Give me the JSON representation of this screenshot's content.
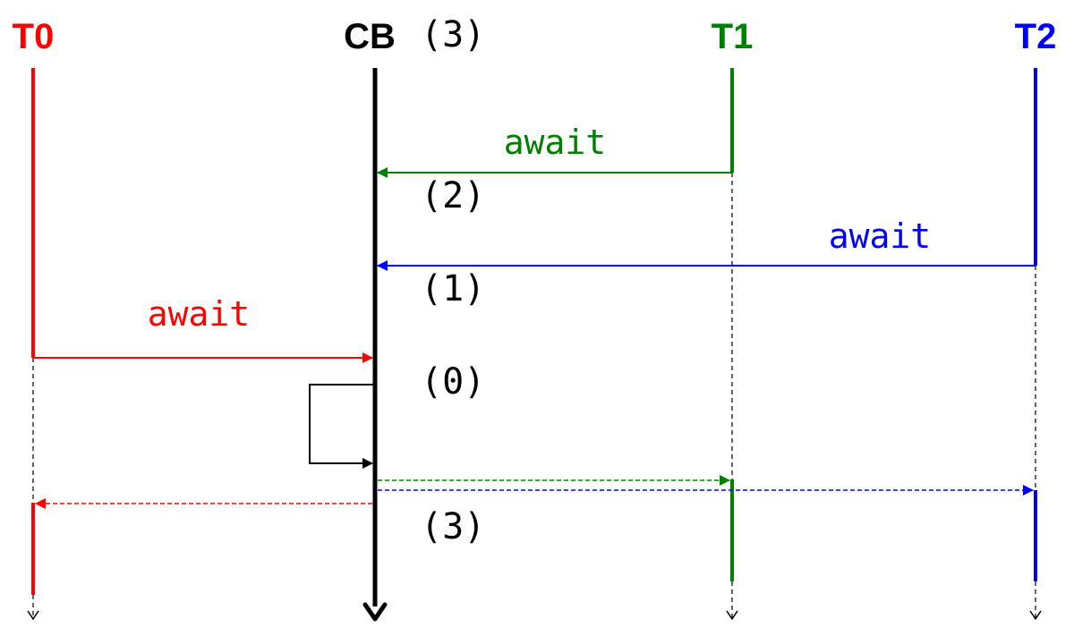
{
  "lanes": {
    "t0": {
      "label": "T0",
      "color": "#ff0000"
    },
    "cb": {
      "label": "CB",
      "color": "#000000",
      "initial_count": "(3)"
    },
    "t1": {
      "label": "T1",
      "color": "#008000"
    },
    "t2": {
      "label": "T2",
      "color": "#0000ff"
    }
  },
  "messages": {
    "t1_await": "await",
    "t2_await": "await",
    "t0_await": "await"
  },
  "counts": {
    "after_t1": "(2)",
    "after_t2": "(1)",
    "after_t0": "(0)",
    "reset": "(3)"
  }
}
